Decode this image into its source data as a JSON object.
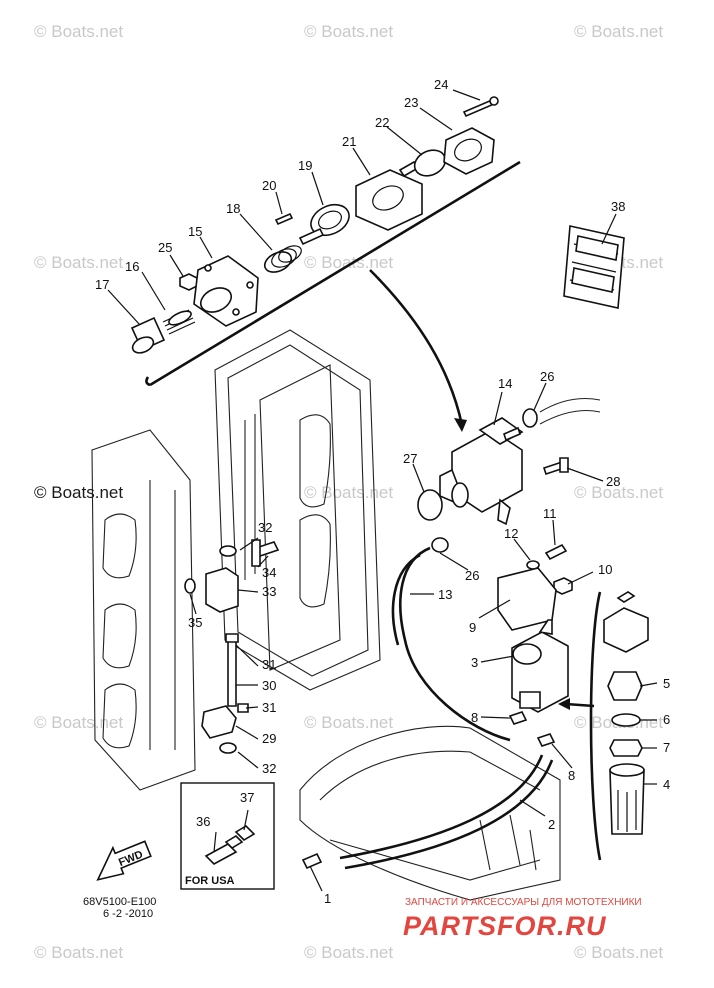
{
  "watermark": {
    "text": "© Boats.net"
  },
  "callouts": [
    "1",
    "2",
    "3",
    "4",
    "5",
    "6",
    "7",
    "8",
    "9",
    "10",
    "11",
    "12",
    "13",
    "14",
    "15",
    "16",
    "17",
    "18",
    "19",
    "20",
    "21",
    "22",
    "23",
    "24",
    "25",
    "26",
    "27",
    "28",
    "29",
    "30",
    "31",
    "32",
    "33",
    "34",
    "35",
    "36",
    "37",
    "38"
  ],
  "labels": {
    "fwd": "FWD",
    "for_usa": "FOR USA",
    "code": "68V5100-E100",
    "date": "6 -2 -2010"
  },
  "branding": {
    "tagline": "ЗАПЧАСТИ И АКСЕССУАРЫ ДЛЯ МОТОТЕХНИКИ",
    "logo": "PARTSFOR.RU",
    "logo_color": "#e2463f"
  }
}
